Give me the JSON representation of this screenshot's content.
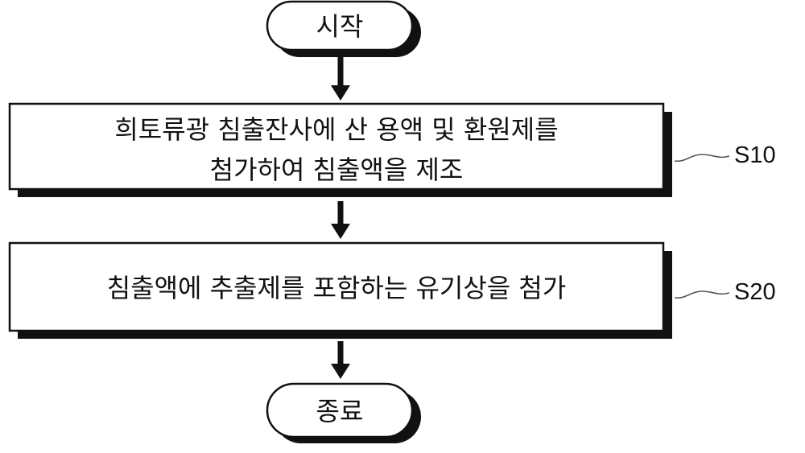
{
  "flowchart": {
    "start": {
      "label": "시작"
    },
    "steps": [
      {
        "lines": [
          "희토류광 침출잔사에 산 용액 및 환원제를",
          "첨가하여 침출액을 제조"
        ],
        "ref": "S10"
      },
      {
        "lines": [
          "침출액에 추출제를 포함하는 유기상을 첨가"
        ],
        "ref": "S20"
      }
    ],
    "end": {
      "label": "종료"
    }
  }
}
